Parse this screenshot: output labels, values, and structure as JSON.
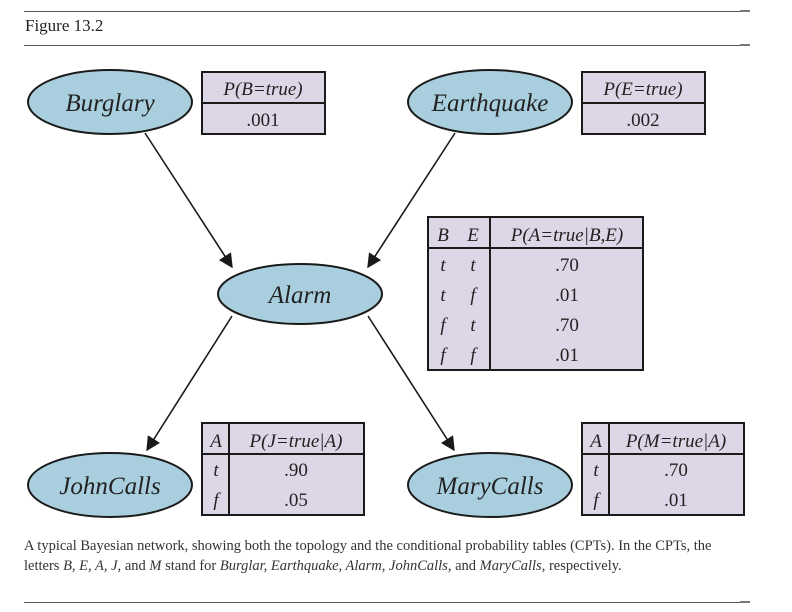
{
  "figure_label": "Figure 13.2",
  "nodes": {
    "burglary": "Burglary",
    "earthquake": "Earthquake",
    "alarm": "Alarm",
    "johncalls": "JohnCalls",
    "marycalls": "MaryCalls"
  },
  "cpts": {
    "burglary": {
      "header": "P(B=true)",
      "value": ".001"
    },
    "earthquake": {
      "header": "P(E=true)",
      "value": ".002"
    },
    "alarm": {
      "headers": [
        "B",
        "E",
        "P(A=true|B,E)"
      ],
      "rows": [
        [
          "t",
          "t",
          ".70"
        ],
        [
          "t",
          "f",
          ".01"
        ],
        [
          "f",
          "t",
          ".70"
        ],
        [
          "f",
          "f",
          ".01"
        ]
      ]
    },
    "john": {
      "headers": [
        "A",
        "P(J=true|A)"
      ],
      "rows": [
        [
          "t",
          ".90"
        ],
        [
          "f",
          ".05"
        ]
      ]
    },
    "mary": {
      "headers": [
        "A",
        "P(M=true|A)"
      ],
      "rows": [
        [
          "t",
          ".70"
        ],
        [
          "f",
          ".01"
        ]
      ]
    }
  },
  "caption": {
    "part1": "A typical Bayesian network, showing both the topology and the conditional probability tables (CPTs). In the CPTs, the letters ",
    "letters": "B, E, A, J,",
    "part2": " and ",
    "letter_m": "M",
    "part3": " stand for ",
    "names": "Burglar, Earthquake, Alarm, JohnCalls,",
    "part4": " and ",
    "name_mary": "MaryCalls",
    "part5": ", respectively."
  },
  "colors": {
    "node_fill": "#a9cfdf",
    "cpt_fill": "#dcd6e6",
    "stroke": "#1a1a1a"
  }
}
